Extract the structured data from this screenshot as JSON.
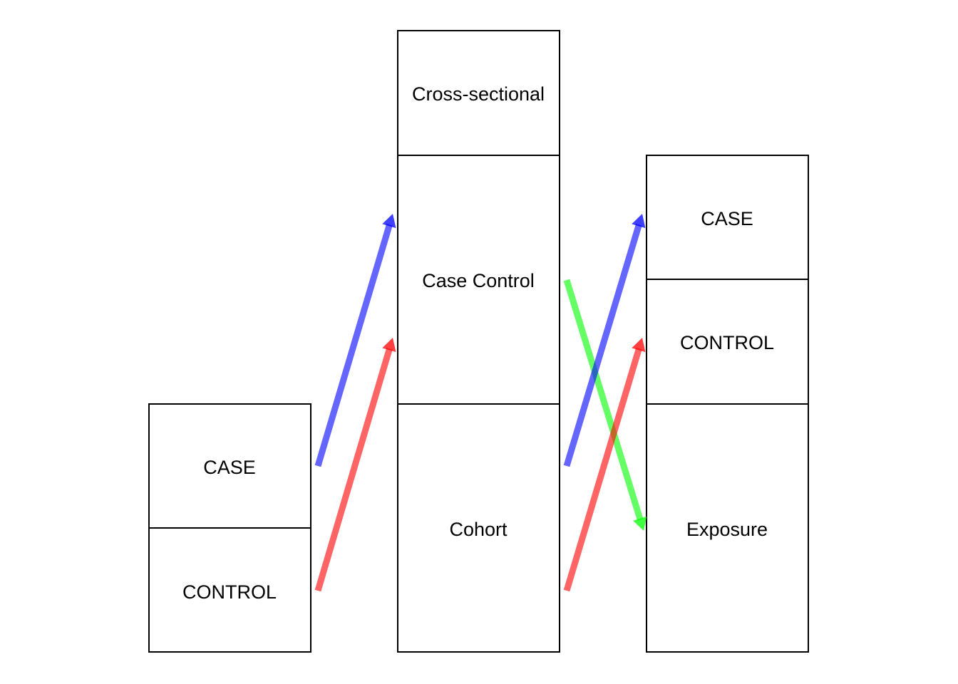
{
  "colors": {
    "blue": "#0000ff",
    "red": "#ff0000",
    "green": "#00ff00",
    "box_fill": "#ffffff",
    "box_stroke": "#000000",
    "text": "#000000"
  },
  "left_column": {
    "case_label": "CASE",
    "control_label": "CONTROL"
  },
  "middle_column": {
    "cross_sectional_label": "Cross-sectional",
    "case_control_label": "Case Control",
    "cohort_label": "Cohort"
  },
  "right_column": {
    "case_label": "CASE",
    "control_label": "CONTROL",
    "exposure_label": "Exposure"
  },
  "arrows": [
    {
      "name": "left-case-to-case-control",
      "color": "blue"
    },
    {
      "name": "left-control-to-case-control",
      "color": "red"
    },
    {
      "name": "case-control-to-exposure",
      "color": "green"
    },
    {
      "name": "cohort-to-right-case",
      "color": "blue"
    },
    {
      "name": "cohort-to-right-control",
      "color": "red"
    }
  ]
}
